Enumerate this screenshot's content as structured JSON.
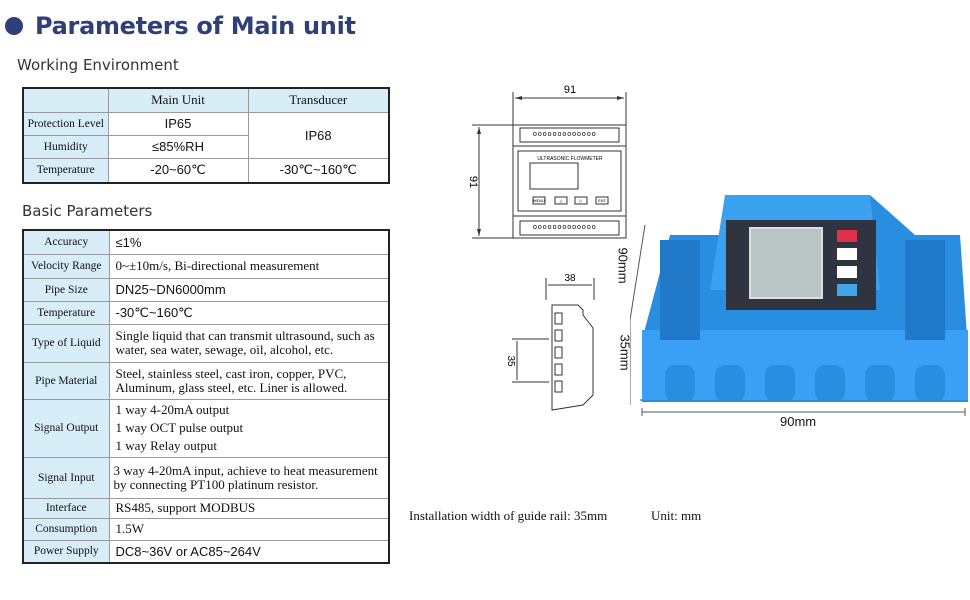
{
  "title": "Parameters of Main unit",
  "env": {
    "heading": "Working Environment",
    "headers": [
      "",
      "Main Unit",
      "Transducer"
    ],
    "rows": [
      {
        "label": "Protection Level",
        "main": "IP65"
      },
      {
        "label": "Humidity",
        "main": "≤85%RH"
      },
      {
        "label": "Temperature",
        "main": "-20~60℃",
        "transducer": "-30℃~160℃"
      }
    ],
    "transducer_merged": "IP68"
  },
  "basic": {
    "heading": "Basic Parameters",
    "rows": [
      {
        "label": "Accuracy",
        "value": "≤1%"
      },
      {
        "label": "Velocity Range",
        "value": "0~±10m/s, Bi-directional measurement"
      },
      {
        "label": "Pipe Size",
        "value": "DN25~DN6000mm"
      },
      {
        "label": "Temperature",
        "value": "-30℃~160℃"
      },
      {
        "label": "Type of Liquid",
        "value": "Single liquid that can transmit ultrasound, such as water, sea water, sewage, oil, alcohol, etc."
      },
      {
        "label": "Pipe Material",
        "value": "Steel, stainless steel, cast iron, copper, PVC, Aluminum, glass steel, etc. Liner is allowed."
      },
      {
        "label": "Signal Output",
        "lines": [
          "1 way 4-20mA output",
          "1 way OCT pulse output",
          "1 way Relay output"
        ]
      },
      {
        "label": "Signal Input",
        "value": "3 way 4-20mA input, achieve to heat measurement by connecting PT100 platinum resistor."
      },
      {
        "label": "Interface",
        "value": "RS485, support MODBUS"
      },
      {
        "label": "Consumption",
        "value": "1.5W"
      },
      {
        "label": "Power Supply",
        "value": "DC8~36V  or AC85~264V"
      }
    ]
  },
  "drawing": {
    "width_dim": "91",
    "height_dim": "91",
    "depth_dim": "38",
    "rail_dim": "35",
    "device_label": "ULTRASONIC FLOWMETER",
    "buttons": [
      "MENU",
      "△",
      "▷",
      "ENT"
    ],
    "photo_width": "90mm",
    "photo_height": "90mm",
    "photo_rail": "35mm",
    "installation_note": "Installation width of guide rail: 35mm",
    "unit_note": "Unit: mm"
  },
  "colors": {
    "title": "#2e3f7a",
    "table_header": "#d7edf8",
    "device_blue": "#2a8ee0"
  }
}
